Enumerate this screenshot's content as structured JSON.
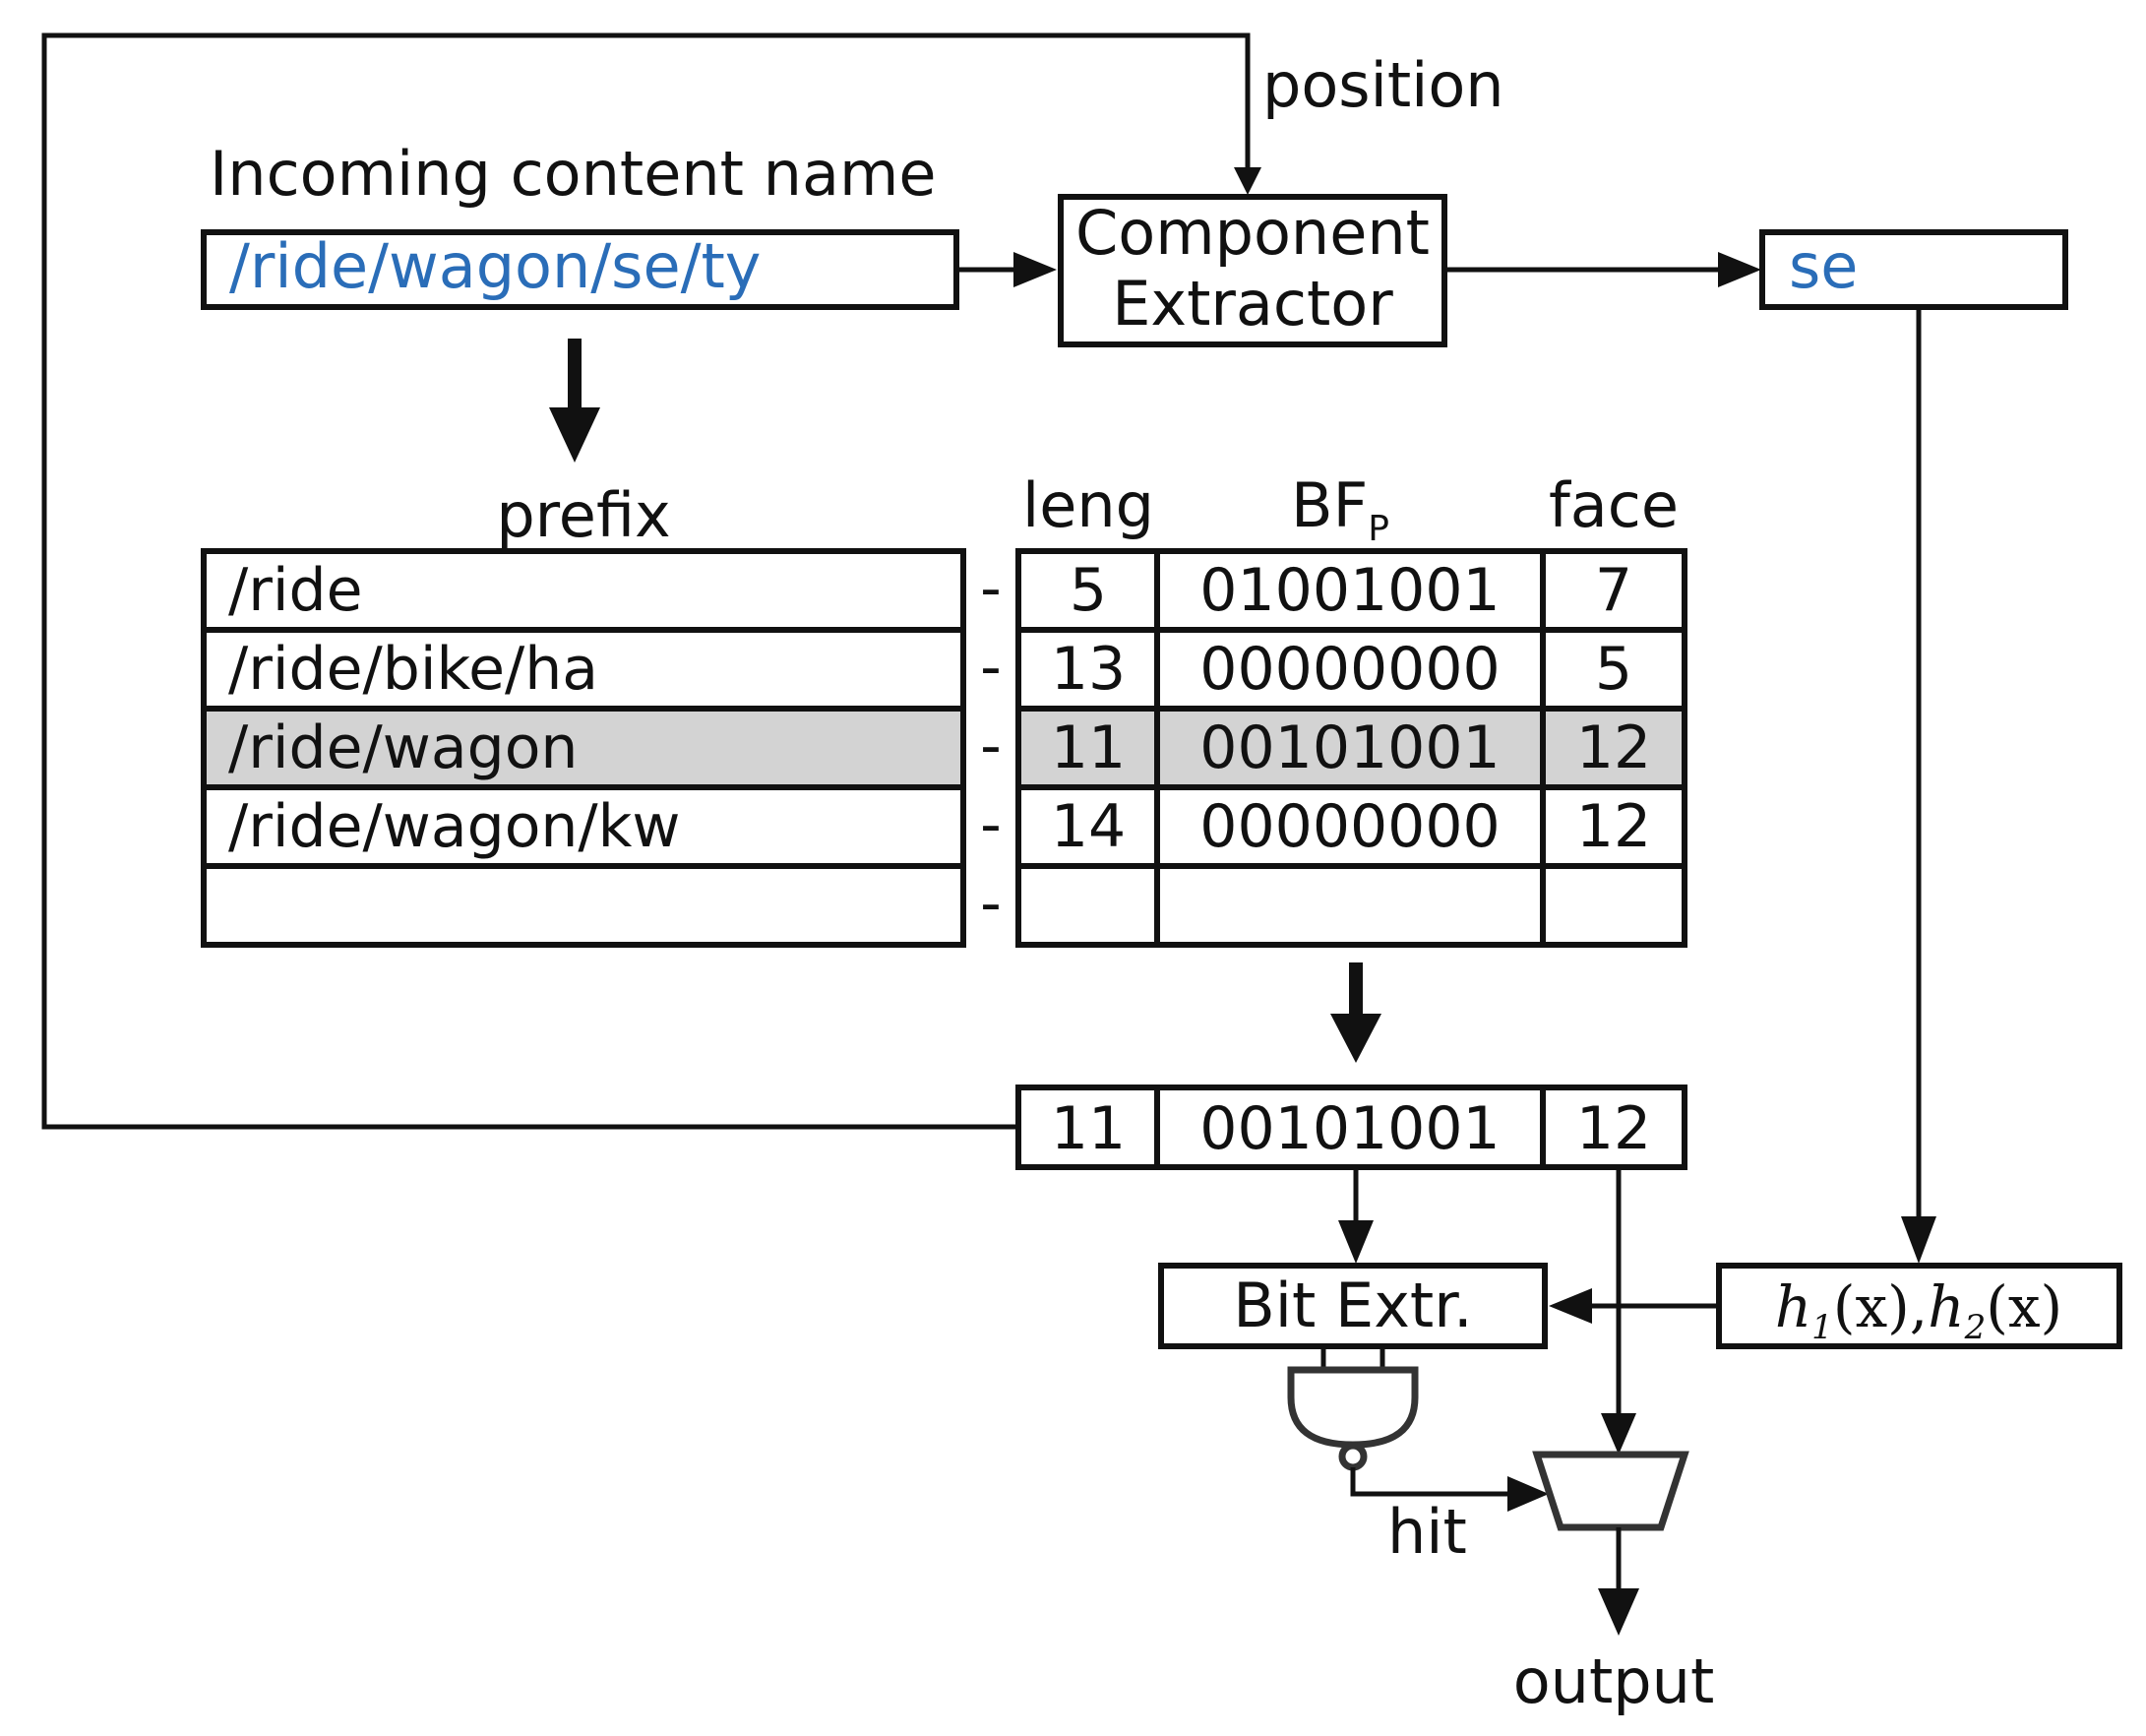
{
  "diagram": {
    "labels": {
      "position": "position",
      "incoming": "Incoming content name",
      "component_extractor": [
        "Component",
        "Extractor"
      ],
      "prefix_header": "prefix",
      "leng_header": "leng",
      "bf_header": "BF",
      "bf_sub": "P",
      "face_header": "face",
      "bit_extr": "Bit Extr.",
      "hit": "hit",
      "output": "output",
      "dash": "-"
    },
    "incoming_name": "/ride/wagon/se/ty",
    "extracted_component": "se",
    "hash_functions": {
      "h1": "h",
      "h1_sub": "1",
      "h2": "h",
      "h2_sub": "2",
      "arg": "(x)",
      "sep": ","
    },
    "table": {
      "rows": [
        {
          "prefix": "/ride",
          "leng": "5",
          "bf": "01001001",
          "face": "7",
          "highlight": false
        },
        {
          "prefix": "/ride/bike/ha",
          "leng": "13",
          "bf": "00000000",
          "face": "5",
          "highlight": false
        },
        {
          "prefix": "/ride/wagon",
          "leng": "11",
          "bf": "00101001",
          "face": "12",
          "highlight": true
        },
        {
          "prefix": "/ride/wagon/kw",
          "leng": "14",
          "bf": "00000000",
          "face": "12",
          "highlight": false
        },
        {
          "prefix": "",
          "leng": "",
          "bf": "",
          "face": "",
          "highlight": false
        }
      ]
    },
    "selected_entry": {
      "leng": "11",
      "bf": "00101001",
      "face": "12"
    },
    "colors": {
      "highlight": "#d3d3d3",
      "name_text": "#2a6db8",
      "stroke": "#111111"
    }
  }
}
